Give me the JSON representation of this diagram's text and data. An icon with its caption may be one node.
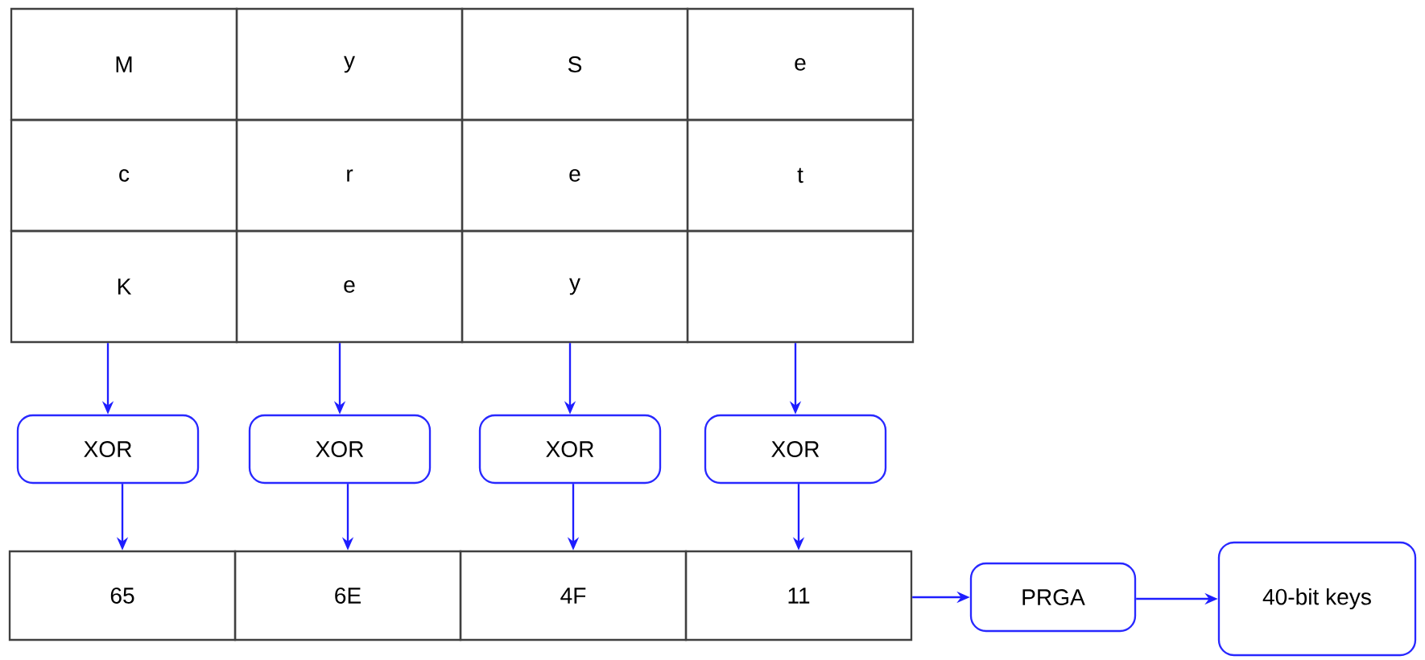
{
  "diagram": {
    "nodes": [
      {
        "text": [
          "M"
        ]
      },
      {
        "text": [
          "y"
        ]
      },
      {
        "text": [
          "S"
        ]
      },
      {
        "text": [
          "e"
        ]
      },
      {
        "text": [
          "c"
        ]
      },
      {
        "text": [
          "r"
        ]
      },
      {
        "text": [
          "e"
        ]
      },
      {
        "text": [
          "t"
        ]
      },
      {
        "text": [
          "K"
        ]
      },
      {
        "text": [
          "e"
        ]
      },
      {
        "text": [
          "y"
        ]
      },
      {
        "text": [],
        "shape": "box"
      },
      {
        "text": [
          "XOR"
        ]
      },
      {
        "text": [
          "XOR"
        ]
      },
      {
        "text": [
          "XOR"
        ]
      },
      {
        "text": [
          "XOR"
        ]
      },
      {
        "text": [
          "65"
        ]
      },
      {
        "text": [
          "6E"
        ]
      },
      {
        "text": [
          "4F"
        ]
      },
      {
        "text": [
          "11"
        ]
      },
      {
        "text": [
          "PRGA"
        ]
      },
      {
        "text": [
          "40-bit keys"
        ]
      }
    ],
    "edges": [
      {
        "from": 8,
        "to": 12,
        "arrow": "to"
      },
      {
        "from": 9,
        "to": 13,
        "arrow": "to"
      },
      {
        "from": 10,
        "to": 14,
        "arrow": "to"
      },
      {
        "from": 11,
        "to": 15,
        "arrow": "to"
      },
      {
        "from": 12,
        "to": 16,
        "arrow": "to"
      },
      {
        "from": 13,
        "to": 17,
        "arrow": "to"
      },
      {
        "from": 14,
        "to": 18,
        "arrow": "to"
      },
      {
        "from": 15,
        "to": 19,
        "arrow": "to"
      },
      {
        "from": 19,
        "to": 20,
        "arrow": "to"
      },
      {
        "from": 20,
        "to": 21,
        "arrow": "to"
      }
    ]
  }
}
